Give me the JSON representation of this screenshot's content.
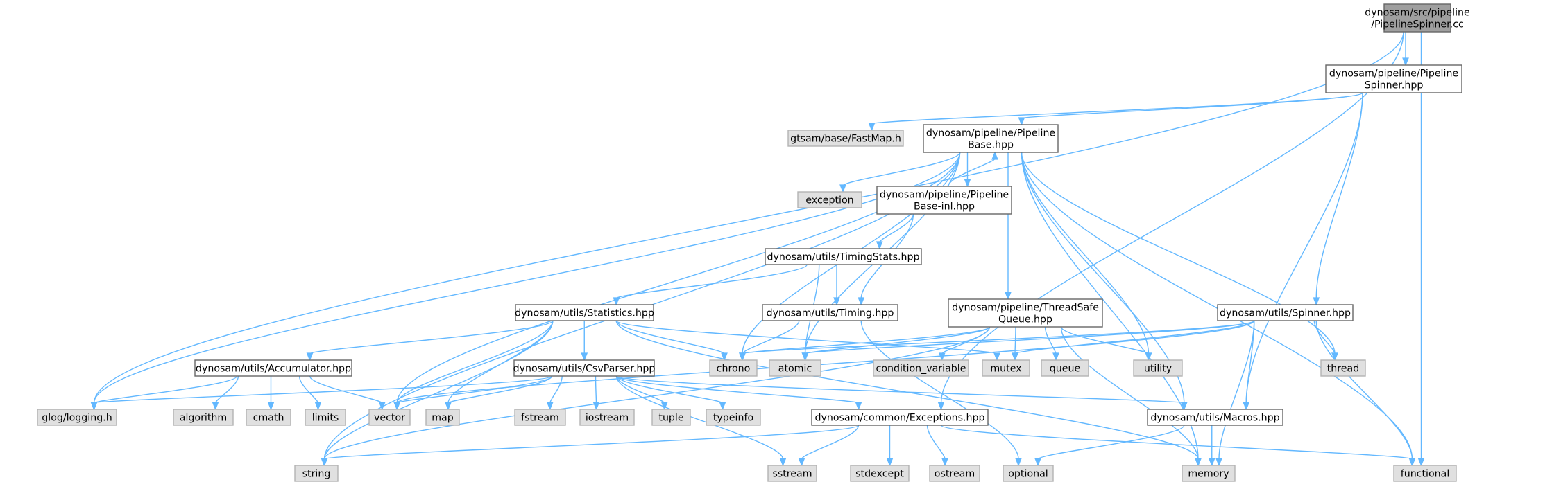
{
  "colors": {
    "edge": "#63b8ff",
    "root_fill": "#9f9f9f",
    "file_fill": "#ffffff",
    "system_fill": "#e0e0e0",
    "border": "#666666"
  },
  "nodes": [
    {
      "id": "root",
      "kind": "root",
      "lines": [
        "dynosam/src/pipeline",
        "/PipelineSpinner.cc"
      ]
    },
    {
      "id": "pipeline_spinner",
      "kind": "file",
      "lines": [
        "dynosam/pipeline/Pipeline",
        "Spinner.hpp"
      ]
    },
    {
      "id": "fastmap",
      "kind": "system",
      "lines": [
        "gtsam/base/FastMap.h"
      ]
    },
    {
      "id": "pipeline_base",
      "kind": "file",
      "lines": [
        "dynosam/pipeline/Pipeline",
        "Base.hpp"
      ]
    },
    {
      "id": "exception",
      "kind": "system",
      "lines": [
        "exception"
      ]
    },
    {
      "id": "pipeline_base_inl",
      "kind": "file",
      "lines": [
        "dynosam/pipeline/Pipeline",
        "Base-inl.hpp"
      ]
    },
    {
      "id": "timing_stats",
      "kind": "file",
      "lines": [
        "dynosam/utils/TimingStats.hpp"
      ]
    },
    {
      "id": "statistics",
      "kind": "file",
      "lines": [
        "dynosam/utils/Statistics.hpp"
      ]
    },
    {
      "id": "timing",
      "kind": "file",
      "lines": [
        "dynosam/utils/Timing.hpp"
      ]
    },
    {
      "id": "threadsafe_queue",
      "kind": "file",
      "lines": [
        "dynosam/pipeline/ThreadSafe",
        "Queue.hpp"
      ]
    },
    {
      "id": "spinner",
      "kind": "file",
      "lines": [
        "dynosam/utils/Spinner.hpp"
      ]
    },
    {
      "id": "accumulator",
      "kind": "file",
      "lines": [
        "dynosam/utils/Accumulator.hpp"
      ]
    },
    {
      "id": "csvparser",
      "kind": "file",
      "lines": [
        "dynosam/utils/CsvParser.hpp"
      ]
    },
    {
      "id": "chrono",
      "kind": "system",
      "lines": [
        "chrono"
      ]
    },
    {
      "id": "atomic",
      "kind": "system",
      "lines": [
        "atomic"
      ]
    },
    {
      "id": "condition_variable",
      "kind": "system",
      "lines": [
        "condition_variable"
      ]
    },
    {
      "id": "mutex",
      "kind": "system",
      "lines": [
        "mutex"
      ]
    },
    {
      "id": "queue",
      "kind": "system",
      "lines": [
        "queue"
      ]
    },
    {
      "id": "utility",
      "kind": "system",
      "lines": [
        "utility"
      ]
    },
    {
      "id": "thread",
      "kind": "system",
      "lines": [
        "thread"
      ]
    },
    {
      "id": "glog",
      "kind": "system",
      "lines": [
        "glog/logging.h"
      ]
    },
    {
      "id": "algorithm",
      "kind": "system",
      "lines": [
        "algorithm"
      ]
    },
    {
      "id": "cmath",
      "kind": "system",
      "lines": [
        "cmath"
      ]
    },
    {
      "id": "limits",
      "kind": "system",
      "lines": [
        "limits"
      ]
    },
    {
      "id": "vector",
      "kind": "system",
      "lines": [
        "vector"
      ]
    },
    {
      "id": "map",
      "kind": "system",
      "lines": [
        "map"
      ]
    },
    {
      "id": "fstream",
      "kind": "system",
      "lines": [
        "fstream"
      ]
    },
    {
      "id": "iostream",
      "kind": "system",
      "lines": [
        "iostream"
      ]
    },
    {
      "id": "tuple",
      "kind": "system",
      "lines": [
        "tuple"
      ]
    },
    {
      "id": "typeinfo",
      "kind": "system",
      "lines": [
        "typeinfo"
      ]
    },
    {
      "id": "exceptions",
      "kind": "file",
      "lines": [
        "dynosam/common/Exceptions.hpp"
      ]
    },
    {
      "id": "macros",
      "kind": "file",
      "lines": [
        "dynosam/utils/Macros.hpp"
      ]
    },
    {
      "id": "string",
      "kind": "system",
      "lines": [
        "string"
      ]
    },
    {
      "id": "sstream",
      "kind": "system",
      "lines": [
        "sstream"
      ]
    },
    {
      "id": "stdexcept",
      "kind": "system",
      "lines": [
        "stdexcept"
      ]
    },
    {
      "id": "ostream",
      "kind": "system",
      "lines": [
        "ostream"
      ]
    },
    {
      "id": "optional",
      "kind": "system",
      "lines": [
        "optional"
      ]
    },
    {
      "id": "memory",
      "kind": "system",
      "lines": [
        "memory"
      ]
    },
    {
      "id": "functional",
      "kind": "system",
      "lines": [
        "functional"
      ]
    }
  ],
  "edges": [
    [
      "root",
      "pipeline_spinner"
    ],
    [
      "root",
      "glog"
    ],
    [
      "root",
      "exceptions"
    ],
    [
      "root",
      "functional"
    ],
    [
      "pipeline_spinner",
      "fastmap"
    ],
    [
      "pipeline_spinner",
      "pipeline_base"
    ],
    [
      "pipeline_spinner",
      "spinner"
    ],
    [
      "pipeline_spinner",
      "macros"
    ],
    [
      "pipeline_base",
      "exception"
    ],
    [
      "pipeline_base",
      "pipeline_base_inl"
    ],
    [
      "pipeline_base",
      "threadsafe_queue"
    ],
    [
      "pipeline_base",
      "glog"
    ],
    [
      "pipeline_base",
      "string"
    ],
    [
      "pipeline_base",
      "vector"
    ],
    [
      "pipeline_base",
      "chrono"
    ],
    [
      "pipeline_base",
      "atomic"
    ],
    [
      "pipeline_base",
      "utility"
    ],
    [
      "pipeline_base",
      "thread"
    ],
    [
      "pipeline_base",
      "memory"
    ],
    [
      "pipeline_base",
      "functional"
    ],
    [
      "pipeline_base",
      "macros"
    ],
    [
      "pipeline_base_inl",
      "pipeline_base"
    ],
    [
      "pipeline_base_inl",
      "timing_stats"
    ],
    [
      "pipeline_base_inl",
      "timing"
    ],
    [
      "timing_stats",
      "statistics"
    ],
    [
      "timing_stats",
      "timing"
    ],
    [
      "timing_stats",
      "atomic"
    ],
    [
      "statistics",
      "accumulator"
    ],
    [
      "statistics",
      "csvparser"
    ],
    [
      "statistics",
      "chrono"
    ],
    [
      "statistics",
      "mutex"
    ],
    [
      "statistics",
      "vector"
    ],
    [
      "statistics",
      "map"
    ],
    [
      "statistics",
      "string"
    ],
    [
      "statistics",
      "memory"
    ],
    [
      "timing",
      "chrono"
    ],
    [
      "timing",
      "optional"
    ],
    [
      "threadsafe_queue",
      "chrono"
    ],
    [
      "threadsafe_queue",
      "atomic"
    ],
    [
      "threadsafe_queue",
      "condition_variable"
    ],
    [
      "threadsafe_queue",
      "mutex"
    ],
    [
      "threadsafe_queue",
      "queue"
    ],
    [
      "threadsafe_queue",
      "utility"
    ],
    [
      "threadsafe_queue",
      "memory"
    ],
    [
      "threadsafe_queue",
      "string"
    ],
    [
      "spinner",
      "chrono"
    ],
    [
      "spinner",
      "atomic"
    ],
    [
      "spinner",
      "mutex"
    ],
    [
      "spinner",
      "thread"
    ],
    [
      "spinner",
      "functional"
    ],
    [
      "spinner",
      "memory"
    ],
    [
      "spinner",
      "macros"
    ],
    [
      "spinner",
      "vector"
    ],
    [
      "accumulator",
      "glog"
    ],
    [
      "accumulator",
      "algorithm"
    ],
    [
      "accumulator",
      "cmath"
    ],
    [
      "accumulator",
      "limits"
    ],
    [
      "accumulator",
      "vector"
    ],
    [
      "csvparser",
      "glog"
    ],
    [
      "csvparser",
      "vector"
    ],
    [
      "csvparser",
      "map"
    ],
    [
      "csvparser",
      "fstream"
    ],
    [
      "csvparser",
      "iostream"
    ],
    [
      "csvparser",
      "tuple"
    ],
    [
      "csvparser",
      "typeinfo"
    ],
    [
      "csvparser",
      "sstream"
    ],
    [
      "csvparser",
      "exceptions"
    ],
    [
      "csvparser",
      "macros"
    ],
    [
      "exceptions",
      "string"
    ],
    [
      "exceptions",
      "sstream"
    ],
    [
      "exceptions",
      "stdexcept"
    ],
    [
      "exceptions",
      "ostream"
    ],
    [
      "exceptions",
      "functional"
    ],
    [
      "macros",
      "memory"
    ],
    [
      "macros",
      "optional"
    ]
  ]
}
